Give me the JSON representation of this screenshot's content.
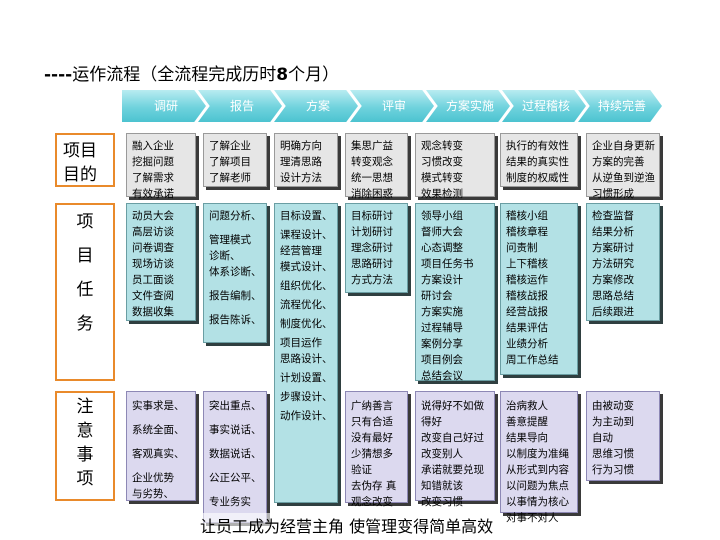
{
  "title": {
    "prefix": "----",
    "main": "运作流程（全流程完成历时",
    "bold": "8",
    "suffix": "个月）"
  },
  "phases": [
    "调研",
    "报告",
    "方案",
    "评审",
    "方案实施",
    "过程稽核",
    "持续完善"
  ],
  "row_labels": {
    "purpose": [
      "项目",
      "目的"
    ],
    "tasks": [
      "项",
      "目",
      "任",
      "务"
    ],
    "notes": [
      "注",
      "意",
      "事",
      "项"
    ]
  },
  "purpose": [
    [
      "融入企业",
      "挖掘问题",
      "了解需求",
      "有效承诺"
    ],
    [
      "了解企业",
      "了解项目",
      "了解老师"
    ],
    [
      "明确方向",
      "理清思路",
      "设计方法"
    ],
    [
      "集思广益",
      "转变观念",
      "统一思想",
      "消除困惑"
    ],
    [
      "观念转变",
      "习惯改变",
      "模式转变",
      "效果检测"
    ],
    [
      "执行的有效性",
      "结果的真实性",
      "制度的权威性"
    ],
    [
      "企业自身更新",
      "方案的完善",
      "从逆鱼到逆渔",
      "习惯形成"
    ]
  ],
  "tasks": [
    [
      "动员大会",
      "高层访谈",
      "问卷调查",
      "现场访谈",
      "员工面谈",
      "文件查阅",
      "数据收集"
    ],
    [
      "问题分析、",
      "",
      "管理模式",
      "诊断、",
      "体系诊断、",
      "",
      "报告编制、",
      "",
      "报告陈诉、"
    ],
    [
      "目标设置、",
      "",
      "课程设计、",
      "经营管理",
      "模式设计、",
      "",
      "组织优化、",
      "",
      "流程优化、",
      "",
      "制度优化、",
      "",
      "项目运作",
      "思路设计、",
      "",
      "计划设置、",
      "",
      "步骤设计、",
      "",
      "动作设计、"
    ],
    [
      "目标研讨",
      "计划研讨",
      "理念研讨",
      "思路研讨",
      "方式方法"
    ],
    [
      "领导小组",
      "督师大会",
      "心态调整",
      "项目任务书",
      "方案设计",
      "研讨会",
      "方案实施",
      "过程辅导",
      "案例分享",
      "项目例会",
      "总结会议"
    ],
    [
      "稽核小组",
      "稽核章程",
      "问责制",
      "上下稽核",
      "稽核运作",
      "稽核战报",
      "经营战报",
      "结果评估",
      "业绩分析",
      "周工作总结"
    ],
    [
      "检查监督",
      "结果分析",
      "方案研讨",
      "方法研究",
      "方案修改",
      "思路总结",
      "后续跟进"
    ]
  ],
  "notes": [
    [
      "实事求是、",
      "",
      "系统全面、",
      "",
      "客观真实、",
      "",
      "企业优势",
      "与劣势、"
    ],
    [
      "突出重点、",
      "",
      "事实说话、",
      "",
      "数据说话、",
      "",
      "公正公平、",
      "",
      "专业务实"
    ],
    [],
    [
      "广纳善言",
      "只有合适",
      "没有最好",
      "少猜想多",
      "验证",
      "去伪存 真",
      "观念改变"
    ],
    [
      "说得好不如做",
      "得好",
      "改变自己好过",
      "改变别人",
      "承诺就要兑现",
      "知错就该",
      "改变习惯"
    ],
    [
      "治病救人",
      "善意提醒",
      "结果导向",
      "以制度为准绳",
      "从形式到内容",
      "以问题为焦点",
      "以事情为核心",
      "对事不对人"
    ],
    [
      "由被动变",
      "为主动到",
      "自动",
      "思维习惯",
      "行为习惯"
    ]
  ],
  "footer": "让员工成为经营主角  使管理变得简单高效",
  "colors": {
    "arrow": "#4cc3d0",
    "label_border": "#e98a2b",
    "grey_box": "#e6e6e6",
    "teal_box": "#b3e1e5",
    "lavender_box": "#dcd9ef"
  }
}
